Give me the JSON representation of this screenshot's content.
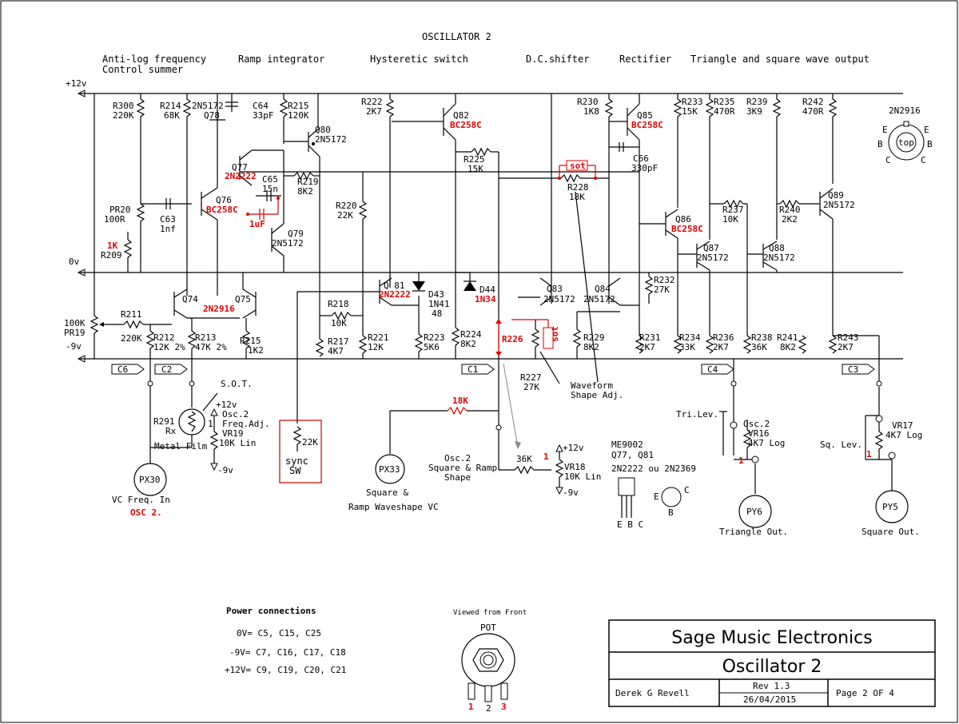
{
  "title": "OSCILLATOR 2",
  "sections": {
    "anti_log": [
      "Anti-log frequency",
      "Control summer"
    ],
    "ramp": "Ramp integrator",
    "hyst": "Hysteretic switch",
    "dc": "D.C.shifter",
    "rect": "Rectifier",
    "tri_sq": "Triangle and square wave output"
  },
  "rails": {
    "plus12": "+12v",
    "zero": "0v",
    "minus9": "-9v"
  },
  "resistors": [
    {
      "ref": "R300",
      "val": "220K"
    },
    {
      "ref": "R214",
      "val": "68K"
    },
    {
      "ref": "R215",
      "val": "120K"
    },
    {
      "ref": "R219",
      "val": "8K2"
    },
    {
      "ref": "R222",
      "val": "2K7"
    },
    {
      "ref": "R225",
      "val": "15K"
    },
    {
      "ref": "R220",
      "val": "22K"
    },
    {
      "ref": "R230",
      "val": "1K8"
    },
    {
      "ref": "R228",
      "val": "18K"
    },
    {
      "ref": "R233",
      "val": "15K"
    },
    {
      "ref": "R235",
      "val": "470R"
    },
    {
      "ref": "R239",
      "val": "3K9"
    },
    {
      "ref": "R242",
      "val": "470R"
    },
    {
      "ref": "R237",
      "val": "10K"
    },
    {
      "ref": "R240",
      "val": "2K2"
    },
    {
      "ref": "R232",
      "val": "27K"
    },
    {
      "ref": "R209",
      "val": "1K"
    },
    {
      "ref": "R211",
      "val": "220K"
    },
    {
      "ref": "R212",
      "val": "12K 2%"
    },
    {
      "ref": "R213",
      "val": "47K 2%"
    },
    {
      "ref": "R215",
      "val": "1K2"
    },
    {
      "ref": "R218",
      "val": "10K"
    },
    {
      "ref": "R217",
      "val": "4K7"
    },
    {
      "ref": "R221",
      "val": "12K"
    },
    {
      "ref": "R223",
      "val": "5K6"
    },
    {
      "ref": "R224",
      "val": "8K2"
    },
    {
      "ref": "R226",
      "val": ""
    },
    {
      "ref": "R227",
      "val": "27K"
    },
    {
      "ref": "R229",
      "val": "8K2"
    },
    {
      "ref": "R231",
      "val": "2K7"
    },
    {
      "ref": "R234",
      "val": "33K"
    },
    {
      "ref": "R236",
      "val": "2K7"
    },
    {
      "ref": "R238",
      "val": "36K"
    },
    {
      "ref": "R241",
      "val": "8K2"
    },
    {
      "ref": "R243",
      "val": "2K7"
    }
  ],
  "caps": [
    {
      "ref": "C64",
      "val": "33pF"
    },
    {
      "ref": "C65",
      "val": "15n"
    },
    {
      "ref": "C63",
      "val": "1nf"
    },
    {
      "ref": "C66",
      "val": "330pF"
    },
    {
      "extra": "1uF"
    }
  ],
  "transistors": [
    {
      "ref": "Q78",
      "type": "2N5172"
    },
    {
      "ref": "Q80",
      "type": "2N5172"
    },
    {
      "ref": "Q82",
      "type": "BC258C"
    },
    {
      "ref": "Q85",
      "type": "BC258C"
    },
    {
      "ref": "Q77",
      "type": "2N2222"
    },
    {
      "ref": "Q76",
      "type": "BC258C"
    },
    {
      "ref": "Q79",
      "type": "2N5172"
    },
    {
      "ref": "Q86",
      "type": "BC258C"
    },
    {
      "ref": "Q87",
      "type": "2N5172"
    },
    {
      "ref": "Q88",
      "type": "2N5172"
    },
    {
      "ref": "Q89",
      "type": "2N5172"
    },
    {
      "ref": "Q74",
      "type": ""
    },
    {
      "ref": "Q75",
      "type": "2N2916"
    },
    {
      "ref": "Q 81",
      "type": "2N2222"
    },
    {
      "ref": "Q83",
      "type": "2N5172"
    },
    {
      "ref": "Q84",
      "type": "2N5172"
    }
  ],
  "diodes": [
    {
      "ref": "D43",
      "val": "1N41",
      "val2": "48"
    },
    {
      "ref": "D44",
      "val": "1N34"
    }
  ],
  "pots": {
    "pr20": {
      "ref": "PR20",
      "val": "100R"
    },
    "pr19": {
      "ref": "PR19",
      "val": "100K"
    },
    "vr19": {
      "ref": "VR19",
      "val": "10K Lin",
      "name": "Osc.2",
      "name2": "Freq.Adj."
    },
    "vr18": {
      "ref": "VR18",
      "val": "10K Lin"
    },
    "vr16": {
      "ref": "VR16",
      "val": "4K7 Log",
      "name": "Osc.2"
    },
    "vr17": {
      "ref": "VR17",
      "val": "4K7 Log"
    },
    "r291": {
      "ref": "R291",
      "val": "Rx",
      "note": "Metal Film"
    }
  },
  "connectors": {
    "c6": "C6",
    "c2": "C2",
    "c1": "C1",
    "c4": "C4",
    "c3": "C3",
    "px30": {
      "id": "PX30",
      "label": "VC Freq. In",
      "sub": "OSC 2."
    },
    "px33": {
      "id": "PX33",
      "label1": "Square &",
      "label2": "Ramp Waveshape VC"
    },
    "py6": {
      "id": "PY6",
      "label": "Triangle Out."
    },
    "py5": {
      "id": "PY5",
      "label": "Square Out."
    }
  },
  "annotations": {
    "sot_top": "S.O.T.",
    "sot_small": "sot",
    "wave_adj1": "Waveform",
    "wave_adj2": "Shape Adj.",
    "osc_shape1": "Osc.2",
    "osc_shape2": "Square & Ramp",
    "osc_shape3": "Shape",
    "r36k": "36K",
    "r18k": "18K",
    "tri_lev": "Tri.Lev.",
    "sq_lev": "Sq. Lev.",
    "sync_res": "22K",
    "sync1": "sync",
    "sync2": "SW",
    "plus12": "+12v",
    "minus9": "-9v",
    "pin1": "1"
  },
  "pinout_2n2916": {
    "title": "2N2916",
    "center": "top",
    "pins": [
      "E",
      "E",
      "B",
      "B",
      "C",
      "C"
    ]
  },
  "pinout_me9002": {
    "lines": [
      "ME9002",
      "Q77, Q81",
      "2N2222 ou 2N2369"
    ],
    "legs": "E B C",
    "pins": [
      "E",
      "C",
      "B"
    ]
  },
  "power": {
    "title": "Power connections",
    "lines": [
      "0V= C5, C15, C25",
      "-9V= C7, C16, C17, C18",
      "+12V= C9, C19, C20, C21"
    ]
  },
  "pot_view": {
    "caption": "Viewed from Front",
    "label": "POT",
    "pins": [
      "1",
      "2",
      "3"
    ]
  },
  "title_block": {
    "company": "Sage Music Electronics",
    "drawing": "Oscillator 2",
    "author": "Derek G Revell",
    "rev": "Rev 1.3",
    "date": "26/04/2015",
    "page": "Page 2 OF 4"
  }
}
